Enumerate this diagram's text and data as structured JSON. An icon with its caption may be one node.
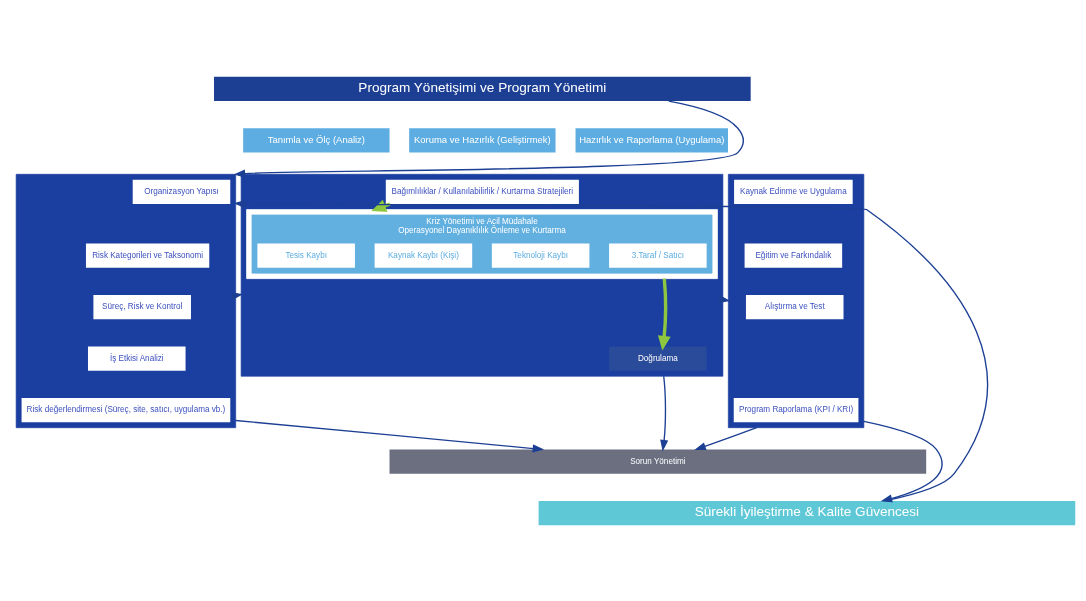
{
  "diagram": {
    "nodes": [
      {
        "text": [
          "Program Yönetişimi ve Program Yönetimi"
        ]
      },
      {
        "text": [
          "Tanımla ve Ölç (Analiz)"
        ]
      },
      {
        "text": [
          "Koruma ve Hazırlık (Geliştirmek)"
        ]
      },
      {
        "text": [
          "Hazırlık ve Raporlama (Uygulama)"
        ]
      },
      {
        "text": [],
        "shape": "box"
      },
      {
        "text": [
          "Organizasyon Yapısı"
        ],
        "in": 4
      },
      {
        "text": [
          "Risk Kategorileri ve Taksonomi"
        ],
        "in": 4
      },
      {
        "text": [
          "Süreç, Risk ve Kontrol"
        ],
        "in": 4
      },
      {
        "text": [
          "İş Etkisi Analizi"
        ],
        "in": 4
      },
      {
        "text": [
          "Risk değerlendirmesi (Süreç, site, satıcı, uygulama vb.)"
        ],
        "in": 4
      },
      {
        "text": [],
        "shape": "box"
      },
      {
        "text": [
          "Bağımlılıklar / Kullanılabilirlik / Kurtarma Stratejileri"
        ],
        "in": 10
      },
      {
        "text": [],
        "shape": "box",
        "in": 10
      },
      {
        "text": [
          "Kriz Yönetimi ve Acil Müdahale",
          "Operasyonel Dayanıklılık Önleme ve Kurtarma"
        ],
        "in": 12
      },
      {
        "text": [
          "Tesis Kaybı"
        ],
        "in": 13
      },
      {
        "text": [
          "Kaynak Kaybı (Kişi)"
        ],
        "in": 13
      },
      {
        "text": [
          "Teknoloji Kaybı"
        ],
        "in": 13
      },
      {
        "text": [
          "3.Taraf / Satıcı"
        ],
        "in": 13
      },
      {
        "text": [
          "Doğrulama"
        ],
        "in": 10
      },
      {
        "text": [],
        "shape": "box"
      },
      {
        "text": [
          "Kaynak Edinme ve Uygulama"
        ],
        "in": 19
      },
      {
        "text": [
          "Eğitim ve Farkındalık"
        ],
        "in": 19
      },
      {
        "text": [
          "Alıştırma ve Test"
        ],
        "in": 19
      },
      {
        "text": [
          "Program Raporlama (KPI / KRI)"
        ],
        "in": 19
      },
      {
        "text": [
          "Sorun Yönetimi"
        ]
      },
      {
        "text": [
          "Sürekli İyileştirme & Kalite Güvencesi"
        ]
      }
    ],
    "edges": [
      {
        "from": 0,
        "to": 4,
        "arrow": "to"
      },
      {
        "from": 25,
        "to": 4,
        "arrow": "to"
      },
      {
        "from": 19,
        "to": 25,
        "arrow": "to"
      },
      {
        "from": 4,
        "to": 10,
        "arrow": "to"
      },
      {
        "from": 10,
        "to": 19,
        "arrow": "to"
      },
      {
        "from": 11,
        "to": 12,
        "arrow": "to",
        "style": "thick",
        "color": "#8dc63f"
      },
      {
        "from": 12,
        "to": 18,
        "arrow": "to",
        "style": "thick",
        "color": "#8dc63f"
      },
      {
        "from": 4,
        "to": 24,
        "arrow": "to"
      },
      {
        "from": 10,
        "to": 24,
        "arrow": "to"
      },
      {
        "from": 19,
        "to": 24,
        "arrow": "to"
      }
    ]
  }
}
